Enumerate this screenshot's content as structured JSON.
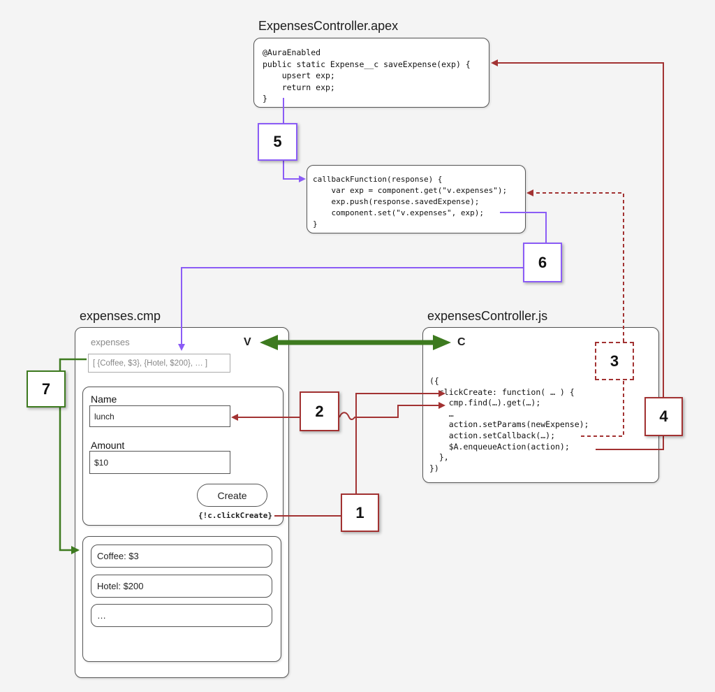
{
  "apex": {
    "title": "ExpensesController.apex",
    "lines": [
      "@AuraEnabled",
      "public static Expense__c saveExpense(exp) {",
      "    upsert exp;",
      "    return exp;",
      "}"
    ]
  },
  "callback": {
    "lines": [
      "callbackFunction(response) {",
      "    var exp = component.get(\"v.expenses\");",
      "    exp.push(response.savedExpense);",
      "    component.set(\"v.expenses\", exp);",
      "}"
    ]
  },
  "cmp": {
    "title": "expenses.cmp",
    "attr_label": "expenses",
    "attr_value": "[ {Coffee, $3}, {Hotel, $200}, … ]",
    "v_label": "V",
    "name_label": "Name",
    "name_value": "lunch",
    "amount_label": "Amount",
    "amount_value": "$10",
    "create_label": "Create",
    "click_binding": "{!c.clickCreate}",
    "items": [
      "Coffee: $3",
      "Hotel: $200",
      "…"
    ]
  },
  "js": {
    "title": "expensesController.js",
    "c_label": "C",
    "lines": [
      "({",
      "  clickCreate: function( … ) {",
      "    cmp.find(…).get(…);",
      "    …",
      "    action.setParams(newExpense);",
      "    action.setCallback(…);",
      "    $A.enqueueAction(action);",
      "  },",
      "})"
    ]
  },
  "steps": {
    "s1": "1",
    "s2": "2",
    "s3": "3",
    "s4": "4",
    "s5": "5",
    "s6": "6",
    "s7": "7"
  },
  "colors": {
    "red": "#a23232",
    "purple": "#8b5cf6",
    "green": "#3d7a1f"
  }
}
